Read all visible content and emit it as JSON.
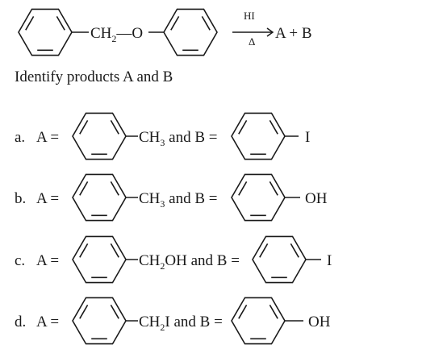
{
  "reaction": {
    "reagent_group": "CH2—O",
    "reagent_ch": "CH",
    "reagent_sub": "2",
    "reagent_oxy": "—O",
    "arrow_top": "HI",
    "arrow_bottom": "Δ",
    "products": "A + B"
  },
  "question": "Identify products A and B",
  "options": [
    {
      "label": "a.",
      "a_prefix": "A =",
      "a_main": "CH",
      "a_sub": "3",
      "a_tail": " and B =",
      "b_group": "I"
    },
    {
      "label": "b.",
      "a_prefix": "A =",
      "a_main": "CH",
      "a_sub": "3",
      "a_tail": " and B =",
      "b_group": "OH"
    },
    {
      "label": "c.",
      "a_prefix": "A =",
      "a_main": "CH",
      "a_sub": "2",
      "a_tail": "OH and B =",
      "b_group": "I"
    },
    {
      "label": "d.",
      "a_prefix": "A =",
      "a_main": "CH",
      "a_sub": "2",
      "a_tail": "I and B =",
      "b_group": "OH"
    }
  ]
}
